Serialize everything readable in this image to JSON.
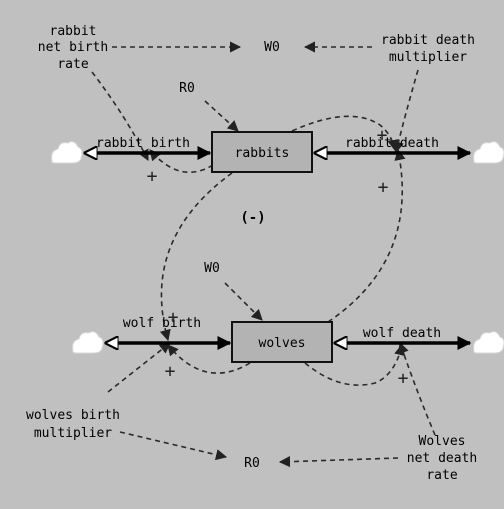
{
  "nodes": {
    "rabbit_net_birth_rate": [
      "rabbit",
      "net birth",
      "rate"
    ],
    "rabbit_death_multiplier": [
      "rabbit death",
      "multiplier"
    ],
    "w0_top": "W0",
    "r0_top": "R0",
    "rabbits": "rabbits",
    "rabbit_birth": "rabbit birth",
    "rabbit_death": "rabbit death",
    "loop": "(-)",
    "w0_mid": "W0",
    "wolves": "wolves",
    "wolf_birth": "wolf birth",
    "wolf_death": "wolf death",
    "wolves_birth_multiplier": [
      "wolves birth",
      "multiplier"
    ],
    "r0_bottom": "R0",
    "wolves_net_death_rate": [
      "Wolves",
      "net death",
      "rate"
    ]
  },
  "polarity_plus": "+",
  "colors": {
    "background": "#c0c0c0",
    "cloud": "#ffffff",
    "stock": "#b3b3b3"
  },
  "icons": [
    "cloud-icon"
  ]
}
